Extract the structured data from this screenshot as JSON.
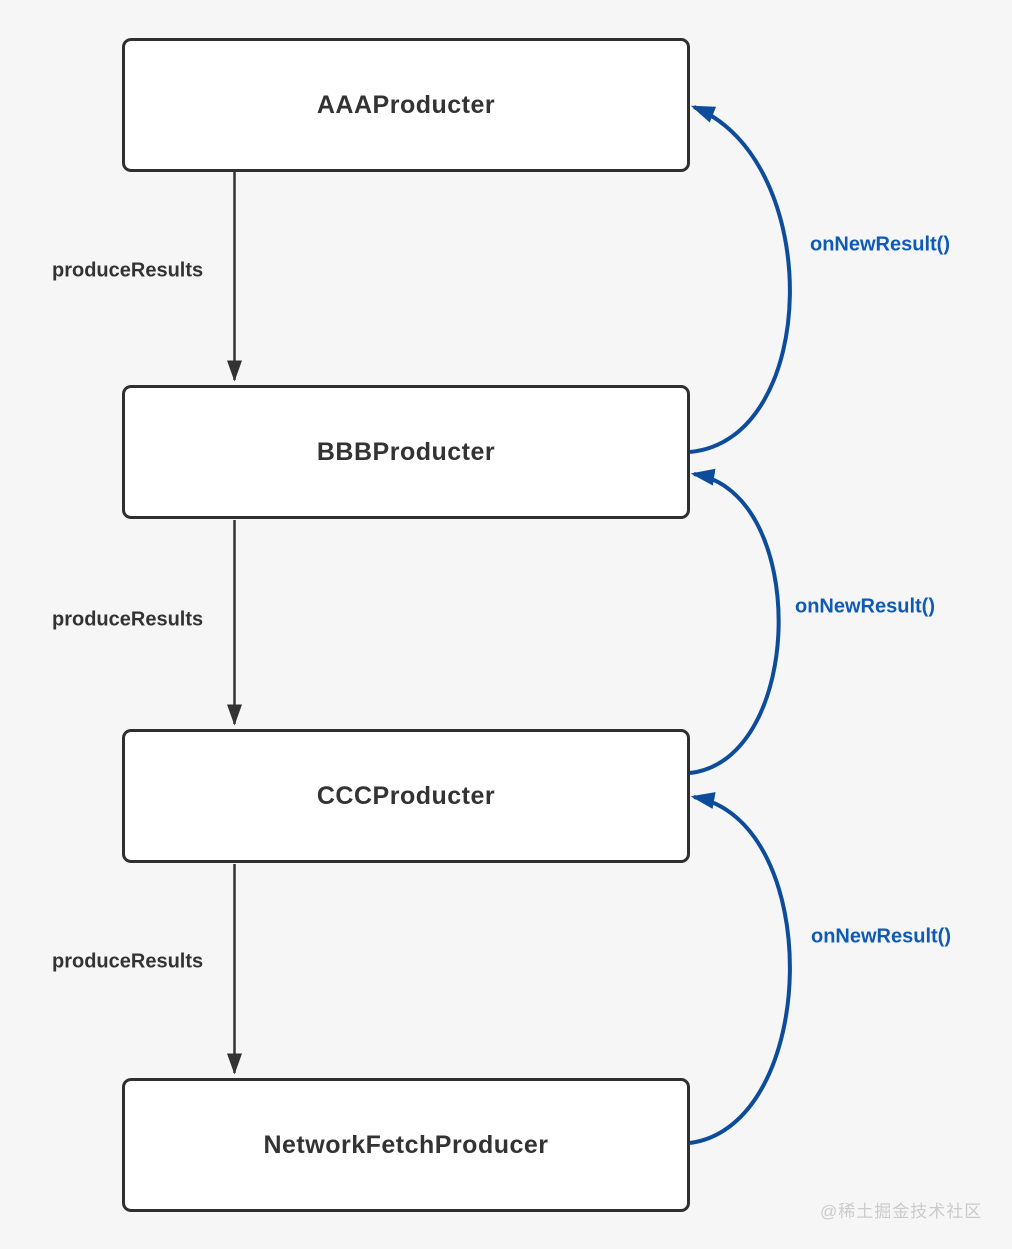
{
  "diagram": {
    "nodes": [
      {
        "label": "AAAProducter"
      },
      {
        "label": "BBBProducter"
      },
      {
        "label": "CCCProducter"
      },
      {
        "label": "NetworkFetchProducer"
      }
    ],
    "produce_edges": [
      {
        "label": "produceResults"
      },
      {
        "label": "produceResults"
      },
      {
        "label": "produceResults"
      }
    ],
    "callback_edges": [
      {
        "label": "onNewResult()"
      },
      {
        "label": "onNewResult()"
      },
      {
        "label": "onNewResult()"
      }
    ]
  },
  "watermark": "@稀土掘金技术社区",
  "colors": {
    "background": "#f6f6f6",
    "node_fill": "#ffffff",
    "node_border": "#2f2f2f",
    "text_dark": "#333333",
    "arrow_dark": "#333333",
    "callback_blue": "#0d4c9b",
    "callback_label_blue": "#0e5ab4",
    "watermark_gray": "#cbcbcb"
  }
}
